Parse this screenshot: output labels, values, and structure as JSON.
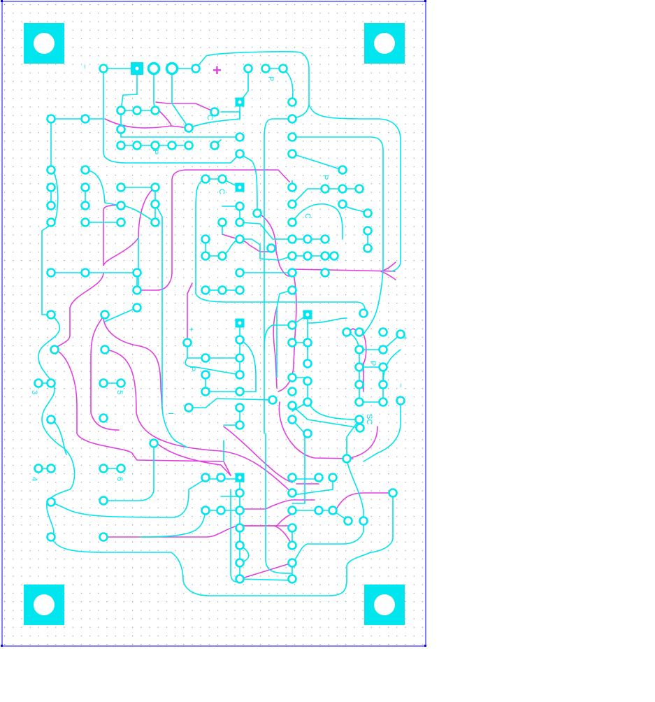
{
  "board": {
    "grid": "on",
    "colors": {
      "top_copper": "#00e5ee",
      "bottom_copper": "#e040e0",
      "mounting_pad": "#00e5ee",
      "border": "#0000ff",
      "grid_dot": "#999999"
    }
  },
  "labels": {
    "minus_left": "−",
    "plus_top": "+",
    "p1": "P",
    "c1": "C",
    "p2": "P",
    "c2": "C",
    "p3": "P",
    "c3": "C",
    "plus_mid": "+",
    "p4": "P",
    "n3": "3",
    "n5": "5",
    "n4": "4",
    "n6": "6",
    "plus_right": "+",
    "p5": "P",
    "minus_right": "−",
    "sc": "SC",
    "i_mark": "I"
  }
}
